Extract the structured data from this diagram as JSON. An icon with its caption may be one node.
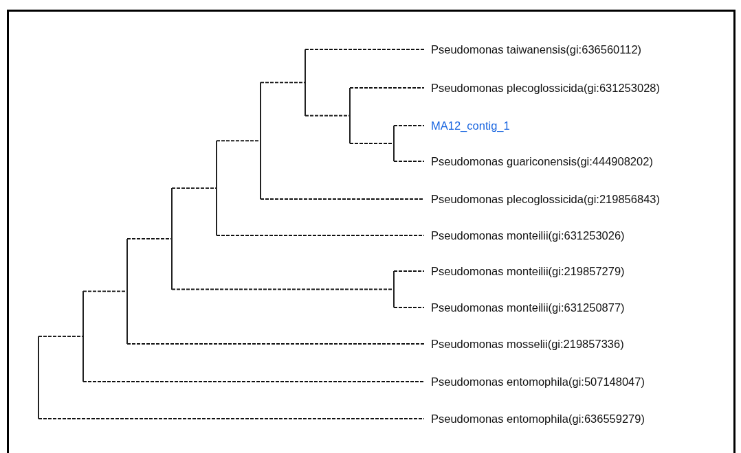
{
  "diagram": {
    "nodes": [
      {
        "text": [
          "Pseudomonas taiwanensis(gi:636560112)"
        ]
      },
      {
        "text": [
          "Pseudomonas plecoglossicida(gi:631253028)"
        ]
      },
      {
        "text": [
          "MA12_contig_1"
        ]
      },
      {
        "text": [
          "Pseudomonas guariconensis(gi:444908202)"
        ]
      },
      {
        "text": [
          "Pseudomonas plecoglossicida(gi:219856843)"
        ]
      },
      {
        "text": [
          "Pseudomonas monteilii(gi:631253026)"
        ]
      },
      {
        "text": [
          "Pseudomonas monteilii(gi:219857279)"
        ]
      },
      {
        "text": [
          "Pseudomonas monteilii(gi:631250877)"
        ]
      },
      {
        "text": [
          "Pseudomonas mosselii(gi:219857336)"
        ]
      },
      {
        "text": [
          "Pseudomonas entomophila(gi:507148047)"
        ]
      },
      {
        "text": [
          "Pseudomonas entomophila(gi:636559279)"
        ]
      },
      {
        "text": [],
        "shape": "bar"
      },
      {
        "text": [],
        "shape": "bar"
      },
      {
        "text": [],
        "shape": "bar"
      },
      {
        "text": [],
        "shape": "bar"
      },
      {
        "text": [],
        "shape": "bar"
      },
      {
        "text": [],
        "shape": "bar"
      },
      {
        "text": [],
        "shape": "bar"
      },
      {
        "text": [],
        "shape": "bar"
      },
      {
        "text": [],
        "shape": "bar"
      },
      {
        "text": [],
        "shape": "bar"
      }
    ],
    "edges": [
      {
        "from": 11,
        "to": 12,
        "arrow": "none",
        "style": "dashed"
      },
      {
        "from": 11,
        "to": 10,
        "arrow": "none",
        "style": "dashed"
      },
      {
        "from": 12,
        "to": 13,
        "arrow": "none",
        "style": "dashed"
      },
      {
        "from": 12,
        "to": 9,
        "arrow": "none",
        "style": "dashed"
      },
      {
        "from": 13,
        "to": 14,
        "arrow": "none",
        "style": "dashed"
      },
      {
        "from": 13,
        "to": 8,
        "arrow": "none",
        "style": "dashed"
      },
      {
        "from": 14,
        "to": 15,
        "arrow": "none",
        "style": "dashed"
      },
      {
        "from": 14,
        "to": 20,
        "arrow": "none",
        "style": "dashed"
      },
      {
        "from": 15,
        "to": 16,
        "arrow": "none",
        "style": "dashed"
      },
      {
        "from": 15,
        "to": 5,
        "arrow": "none",
        "style": "dashed"
      },
      {
        "from": 16,
        "to": 17,
        "arrow": "none",
        "style": "dashed"
      },
      {
        "from": 16,
        "to": 4,
        "arrow": "none",
        "style": "dashed"
      },
      {
        "from": 17,
        "to": 0,
        "arrow": "none",
        "style": "dashed"
      },
      {
        "from": 17,
        "to": 18,
        "arrow": "none",
        "style": "dashed"
      },
      {
        "from": 18,
        "to": 1,
        "arrow": "none",
        "style": "dashed"
      },
      {
        "from": 18,
        "to": 19,
        "arrow": "none",
        "style": "dashed"
      },
      {
        "from": 19,
        "to": 2,
        "arrow": "none",
        "style": "dashed"
      },
      {
        "from": 19,
        "to": 3,
        "arrow": "none",
        "style": "dashed"
      },
      {
        "from": 20,
        "to": 6,
        "arrow": "none",
        "style": "dashed"
      },
      {
        "from": 20,
        "to": 7,
        "arrow": "none",
        "style": "dashed"
      }
    ]
  }
}
